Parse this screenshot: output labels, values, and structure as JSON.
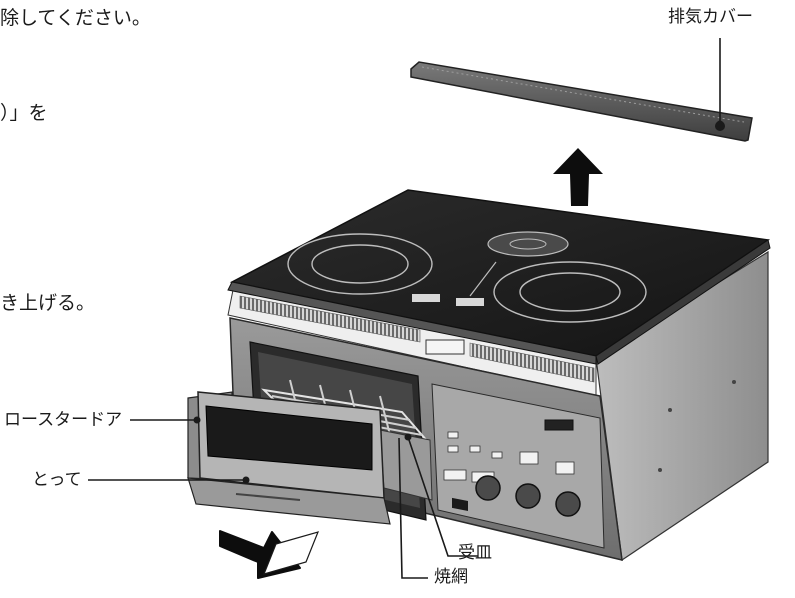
{
  "instructions": {
    "line1": "除してください。",
    "line2": "）」を",
    "line3": "き上げる。"
  },
  "labels": {
    "exhaust_cover": "排気カバー",
    "roaster_door": "ロースタードア",
    "handle": "とって",
    "drip_tray": "受皿",
    "grill_net": "焼網"
  }
}
